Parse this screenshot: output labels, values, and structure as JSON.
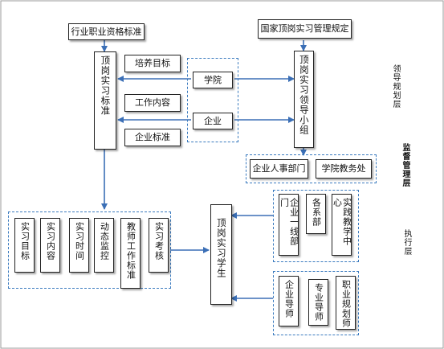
{
  "nodes": {
    "industry_standard": "行业职业资格标准",
    "national_regulation": "国家顶岗实习管理规定",
    "internship_standard": "顶岗实习标准",
    "training_goal": "培养目标",
    "work_content": "工作内容",
    "enterprise_standard": "企业标准",
    "college": "学院",
    "enterprise": "企业",
    "leadership_group": "顶岗实习领导小组",
    "enterprise_hr": "企业人事部门",
    "academic_affairs": "学院教务处",
    "frontline_dept": "企业一线部门",
    "departments": "各系部",
    "practice_center": "实践教学中心",
    "intern_students": "顶岗实习学生",
    "enterprise_mentor": "企业导师",
    "professional_mentor": "专业导师",
    "career_planner": "职业规划师",
    "goal_items": [
      "实习目标",
      "实习内容",
      "实习时间",
      "动态监控",
      "教师工作标准",
      "实习考核"
    ]
  },
  "layers": {
    "planning": "领导规划层",
    "supervision": "监督管理层",
    "execution": "执行层"
  },
  "colors": {
    "arrow": "#3b6fb6",
    "dashed_border": "#3b7bbf"
  }
}
